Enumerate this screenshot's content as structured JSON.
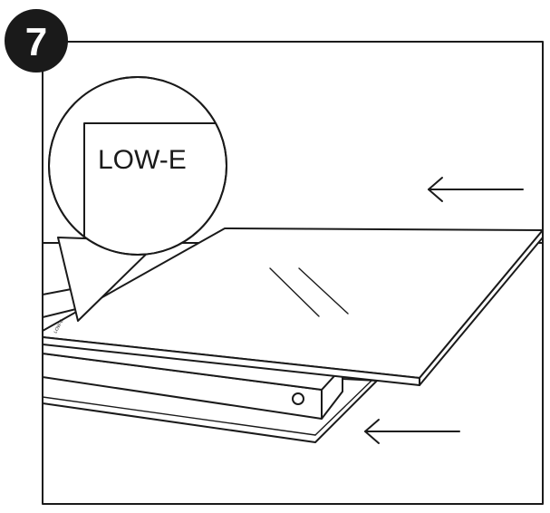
{
  "step": {
    "number": "7"
  },
  "zoom": {
    "label": "LOW-E"
  },
  "glass": {
    "edge_print": "LOW-E"
  },
  "icons": {
    "step_badge": "step-number-badge-icon",
    "arrow_top": "arrow-left-icon",
    "arrow_bottom": "arrow-left-icon",
    "detail_circle": "magnifier-callout-icon"
  },
  "colors": {
    "line": "#1a1a1a",
    "badge": "#1a1a1a",
    "background": "#ffffff"
  }
}
